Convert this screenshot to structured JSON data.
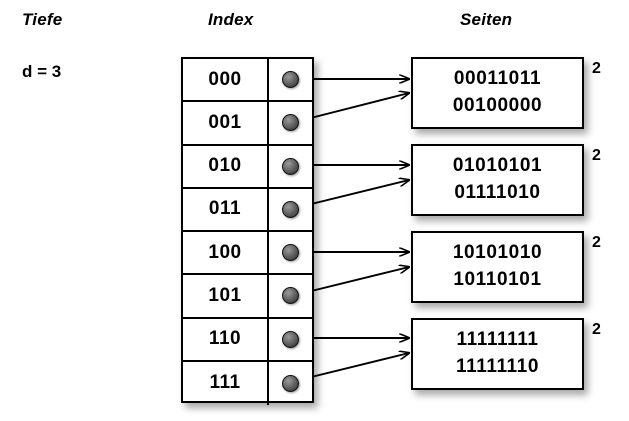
{
  "headers": {
    "depth": "Tiefe",
    "index": "Index",
    "pages": "Seiten"
  },
  "depth": {
    "label": "d = 3"
  },
  "index_table": {
    "rows": [
      {
        "key": "000",
        "pointer": "pointer-dot"
      },
      {
        "key": "001",
        "pointer": "pointer-dot"
      },
      {
        "key": "010",
        "pointer": "pointer-dot"
      },
      {
        "key": "011",
        "pointer": "pointer-dot"
      },
      {
        "key": "100",
        "pointer": "pointer-dot"
      },
      {
        "key": "101",
        "pointer": "pointer-dot"
      },
      {
        "key": "110",
        "pointer": "pointer-dot"
      },
      {
        "key": "111",
        "pointer": "pointer-dot"
      }
    ]
  },
  "pages": [
    {
      "line1": "00011011",
      "line2": "00100000",
      "count": "2"
    },
    {
      "line1": "01010101",
      "line2": "01111010",
      "count": "2"
    },
    {
      "line1": "10101010",
      "line2": "10110101",
      "count": "2"
    },
    {
      "line1": "11111111",
      "line2": "11111110",
      "count": "2"
    }
  ],
  "colors": {
    "background": "#ffffff",
    "stroke": "#000000",
    "dot": "#4a4a4a",
    "shadow": "rgba(0,0,0,0.34)"
  }
}
